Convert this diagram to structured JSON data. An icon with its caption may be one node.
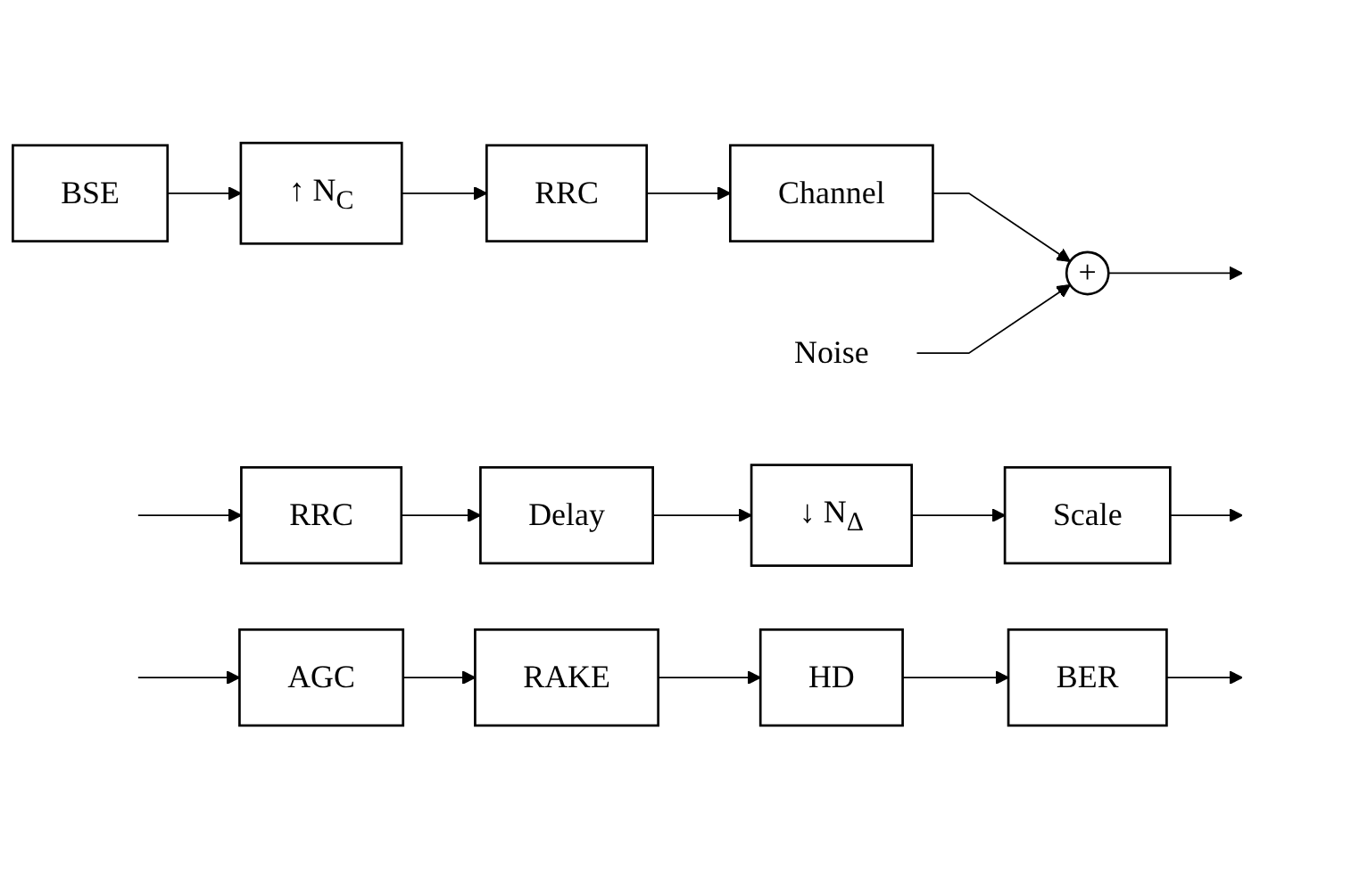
{
  "diagram": {
    "nodes": [
      {
        "text": [
          "Noise"
        ]
      },
      {
        "text": [
          "BSE"
        ]
      },
      {
        "text": [
          "↑ N$_{C}$"
        ]
      },
      {
        "text": [
          "RRC"
        ]
      },
      {
        "text": [
          "Channel"
        ]
      },
      {
        "text": [
          "+"
        ]
      },
      {
        "text": [
          "RRC"
        ]
      },
      {
        "text": [
          "Delay"
        ]
      },
      {
        "text": [
          "↓ N$_{Δ}$"
        ]
      },
      {
        "text": [
          "Scale"
        ]
      },
      {
        "text": [
          "AGC"
        ]
      },
      {
        "text": [
          "RAKE"
        ]
      },
      {
        "text": [
          "HD"
        ]
      },
      {
        "text": [
          "BER"
        ]
      }
    ],
    "edges": [
      {
        "from": 1,
        "to": 2,
        "arrow": "to"
      },
      {
        "from": 2,
        "to": 3,
        "arrow": "to"
      },
      {
        "from": 3,
        "to": 4,
        "arrow": "to"
      },
      {
        "from": 4,
        "to": 5,
        "arrow": "to"
      },
      {
        "from": 0,
        "to": 5,
        "arrow": "to"
      },
      {
        "from": 5,
        "to": null,
        "arrow": "to"
      },
      {
        "from": null,
        "to": 6,
        "arrow": "to"
      },
      {
        "from": 6,
        "to": 7,
        "arrow": "to"
      },
      {
        "from": 7,
        "to": 8,
        "arrow": "to"
      },
      {
        "from": 8,
        "to": 9,
        "arrow": "to"
      },
      {
        "from": 9,
        "to": null,
        "arrow": "to"
      },
      {
        "from": null,
        "to": 10,
        "arrow": "to"
      },
      {
        "from": 10,
        "to": 11,
        "arrow": "to"
      },
      {
        "from": 11,
        "to": 12,
        "arrow": "to"
      },
      {
        "from": 12,
        "to": 13,
        "arrow": "to"
      },
      {
        "from": 13,
        "to": null,
        "arrow": "to"
      }
    ]
  }
}
